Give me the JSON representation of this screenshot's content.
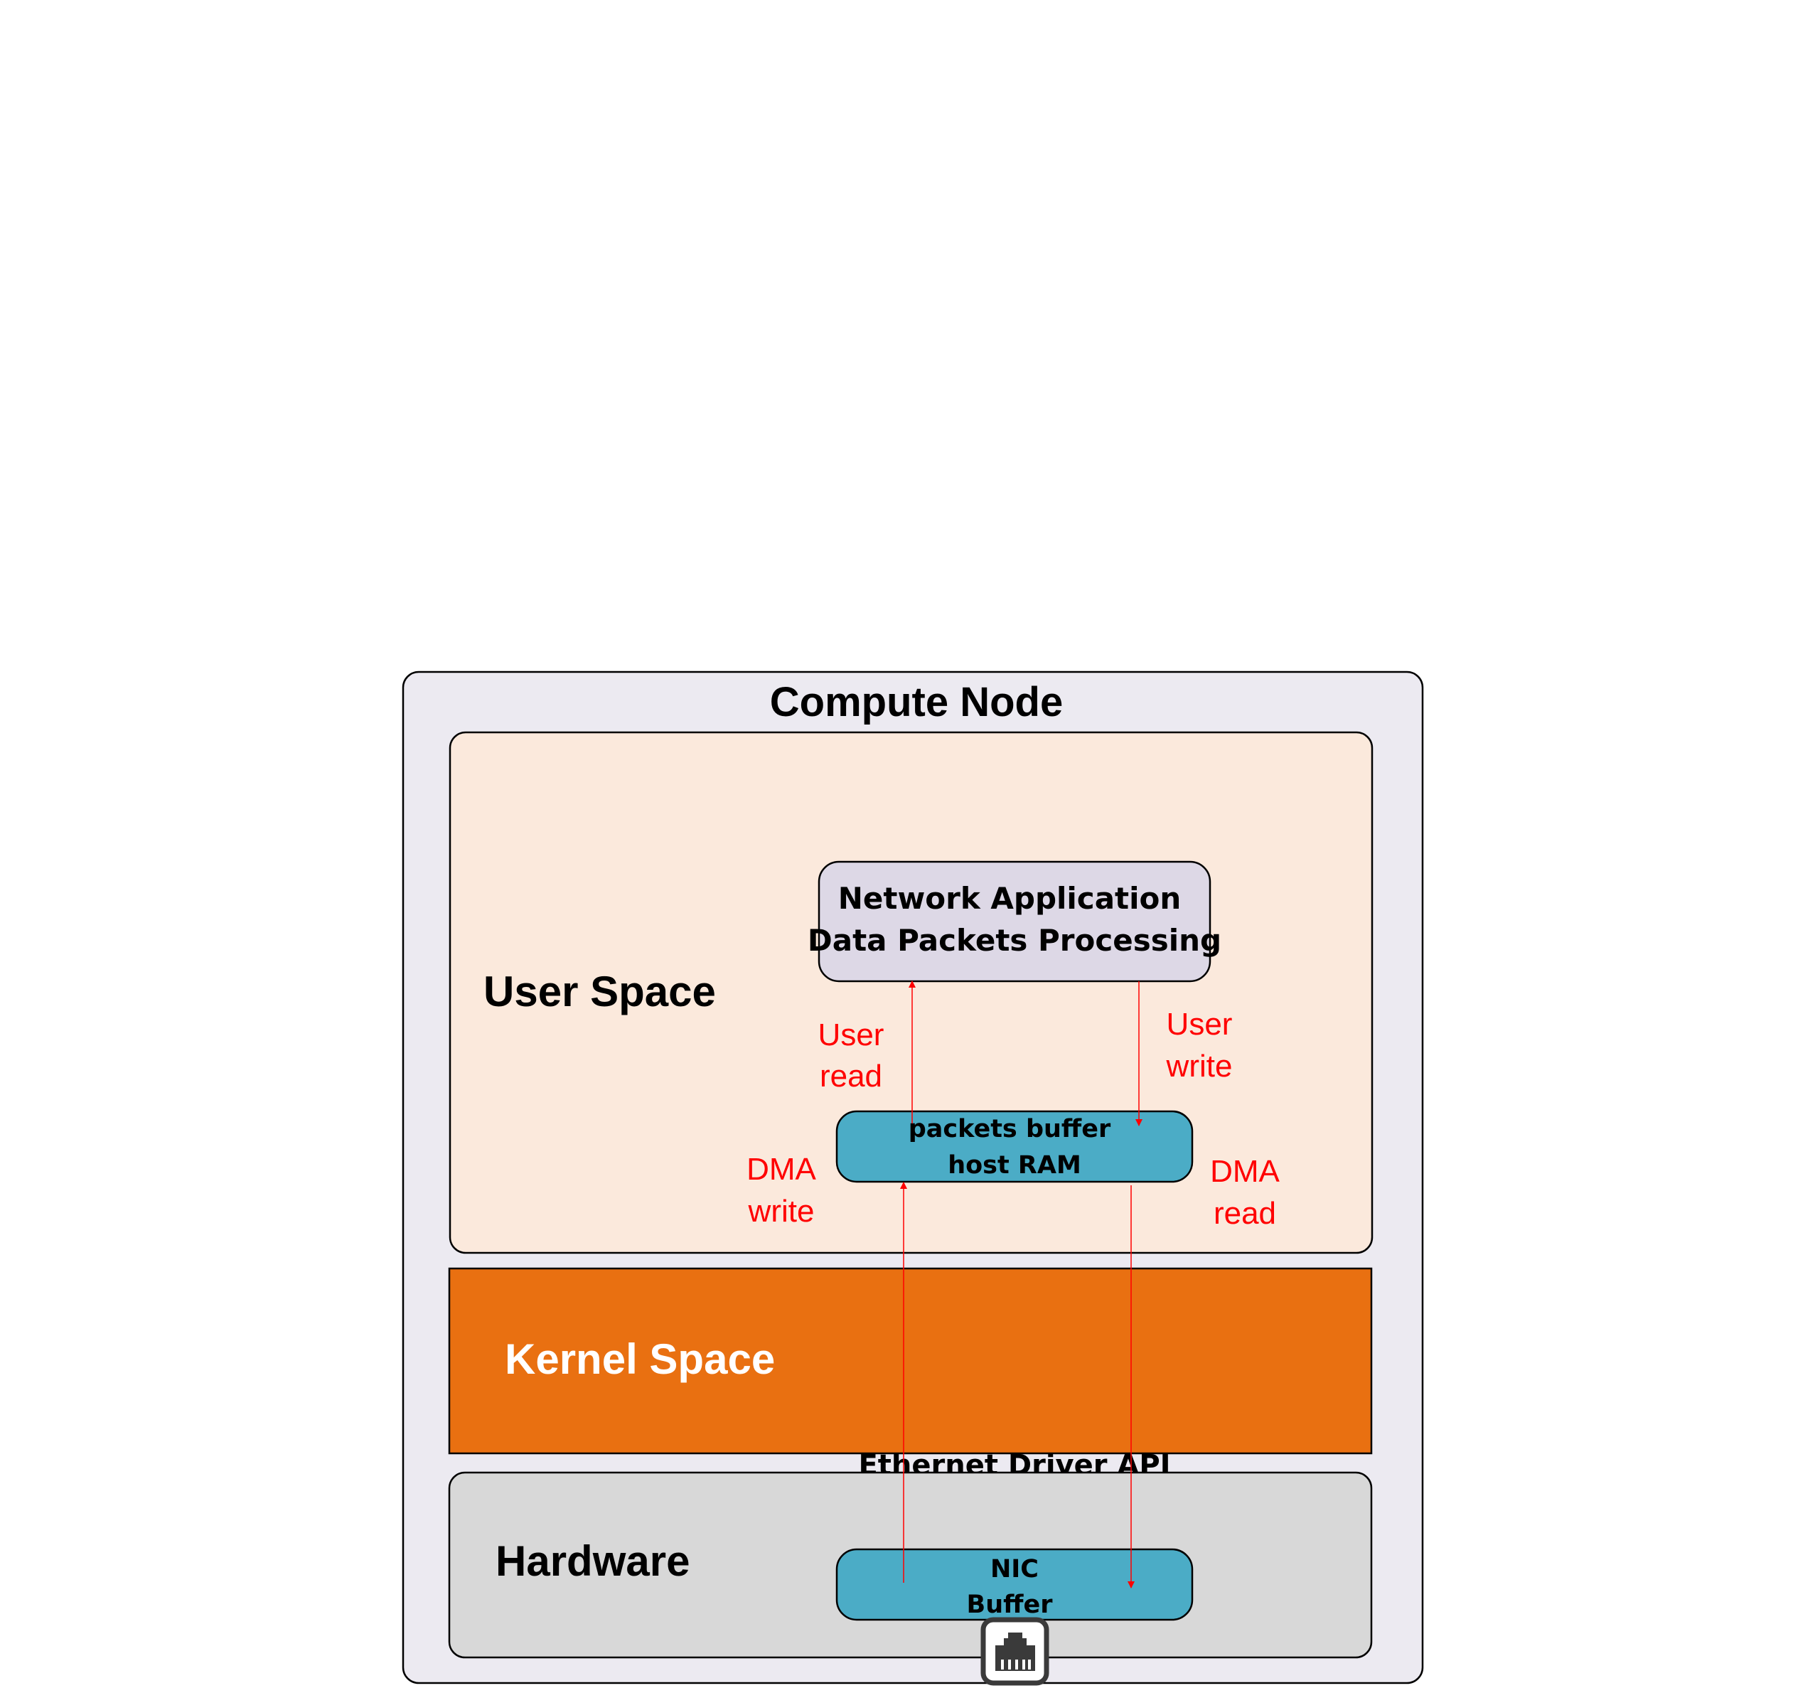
{
  "compute_node": {
    "title": "Compute Node"
  },
  "user_space": {
    "label": "User Space",
    "app_box": {
      "line1": "Network Application",
      "line2": "Data Packets Processing"
    },
    "host_buffer": {
      "line1": "packets buffer",
      "line2": "host RAM"
    }
  },
  "kernel_space": {
    "label": "Kernel Space",
    "driver_api": "Ethernet Driver API"
  },
  "hardware": {
    "label": "Hardware",
    "nic_buffer": {
      "line1": "NIC",
      "line2": "Buffer"
    }
  },
  "arrows": {
    "user_read": {
      "line1": "User",
      "line2": "read"
    },
    "user_write": {
      "line1": "User",
      "line2": "write"
    },
    "dma_write": {
      "line1": "DMA",
      "line2": "write"
    },
    "dma_read": {
      "line1": "DMA",
      "line2": "read"
    }
  },
  "colors": {
    "compute_node_fill": "#ECEAF1",
    "user_space_fill": "#FBE9DC",
    "kernel_space_fill": "#E97011",
    "hardware_fill": "#D8D8D8",
    "app_box_fill": "#DDD8E6",
    "buffer_fill": "#4BACC6",
    "arrow_color": "#FF0000",
    "kernel_label_color": "#FFFFFF"
  },
  "icons": {
    "port": "ethernet-port-icon"
  }
}
